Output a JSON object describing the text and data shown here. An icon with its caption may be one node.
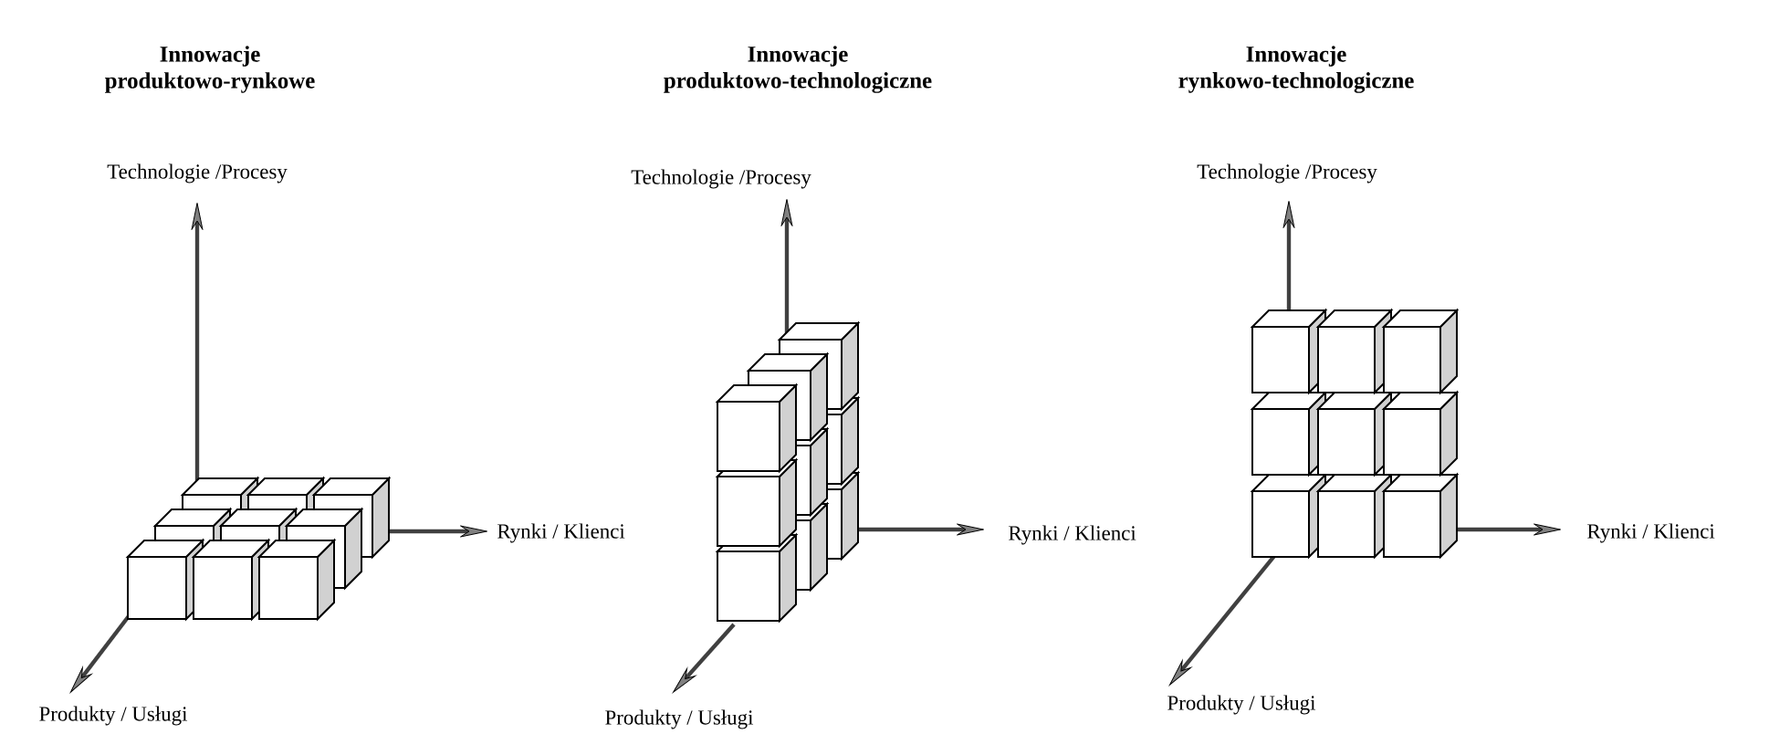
{
  "diagram": {
    "labels": [
      "Innowacje produktowo-rynkowe",
      "Innowacje produktowo-technologiczne",
      "Innowacje rynkowo-technologiczne",
      "Technologie /Procesy",
      "Technologie /Procesy",
      "Technologie /Procesy",
      "Rynki / Klienci",
      "Rynki / Klienci",
      "Rynki / Klienci",
      "Produkty / Usługi",
      "Produkty / Usługi",
      "Produkty / Usługi"
    ]
  }
}
